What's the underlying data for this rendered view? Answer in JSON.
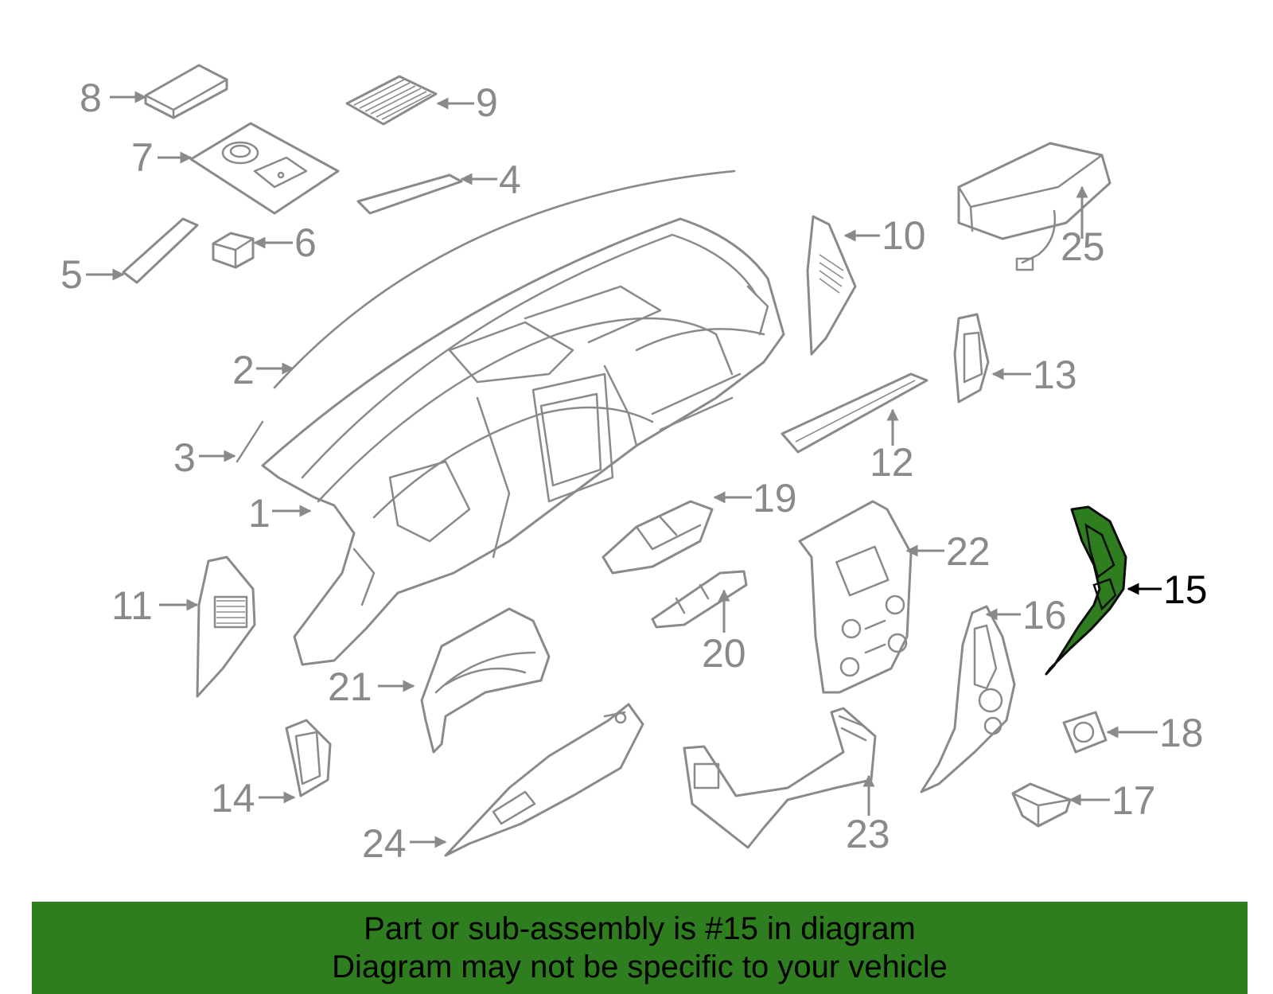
{
  "diagram": {
    "callouts": {
      "p1": "1",
      "p2": "2",
      "p3": "3",
      "p4": "4",
      "p5": "5",
      "p6": "6",
      "p7": "7",
      "p8": "8",
      "p9": "9",
      "p10": "10",
      "p11": "11",
      "p12": "12",
      "p13": "13",
      "p14": "14",
      "p15": "15",
      "p16": "16",
      "p17": "17",
      "p18": "18",
      "p19": "19",
      "p20": "20",
      "p21": "21",
      "p22": "22",
      "p23": "23",
      "p24": "24",
      "p25": "25"
    },
    "highlight_color": "#2e7d1f",
    "line_color": "#8a8a8a"
  },
  "banner": {
    "line1": "Part or sub-assembly is #15 in diagram",
    "line2": "Diagram may not be specific to your vehicle"
  }
}
